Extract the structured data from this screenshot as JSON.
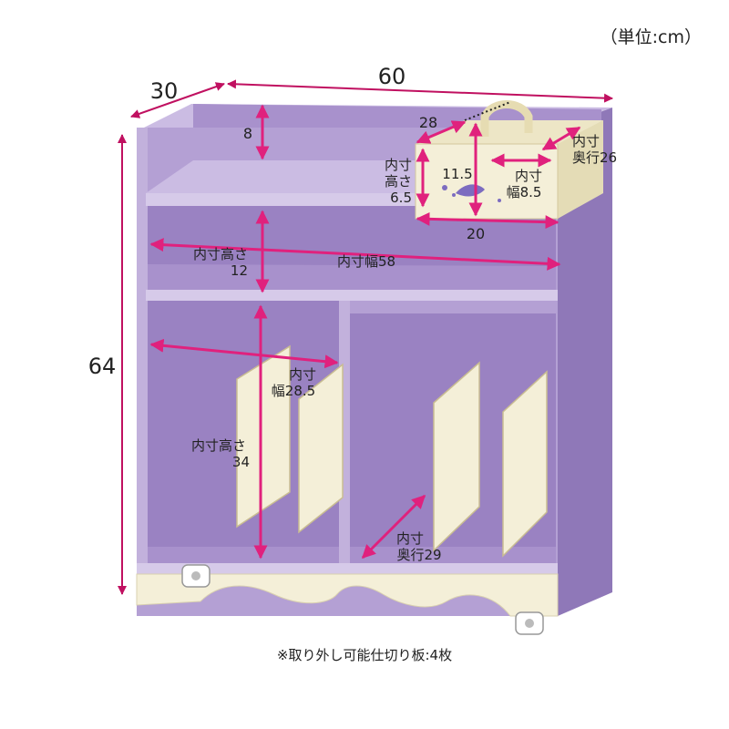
{
  "unit_note": "（単位:cm）",
  "overall": {
    "width": "60",
    "depth": "30",
    "height": "64"
  },
  "top_section": {
    "back_height": "8"
  },
  "tray": {
    "depth": "28",
    "inner_height_label": [
      "内寸",
      "高さ",
      "6.5"
    ],
    "height": "11.5",
    "inner_width_label": [
      "内寸",
      "幅8.5"
    ],
    "inner_depth_label": [
      "内寸",
      "奥行26"
    ],
    "width": "20"
  },
  "shelf": {
    "inner_height_label": [
      "内寸高さ",
      "12"
    ],
    "inner_width_label": "内寸幅58"
  },
  "lower": {
    "inner_width_label": [
      "内寸",
      "幅28.5"
    ],
    "inner_height_label": [
      "内寸高さ",
      "34"
    ],
    "inner_depth_label": [
      "内寸",
      "奥行29"
    ]
  },
  "footnote": "※取り外し可能仕切り板:4枚",
  "colors": {
    "body": "#b4a0d4",
    "body_dark": "#8f78b8",
    "body_light": "#cbbce3",
    "inside": "#a891cc",
    "cream": "#f4efd8",
    "dimension_line": "#e0217d",
    "outline_dim": "#c01060"
  }
}
